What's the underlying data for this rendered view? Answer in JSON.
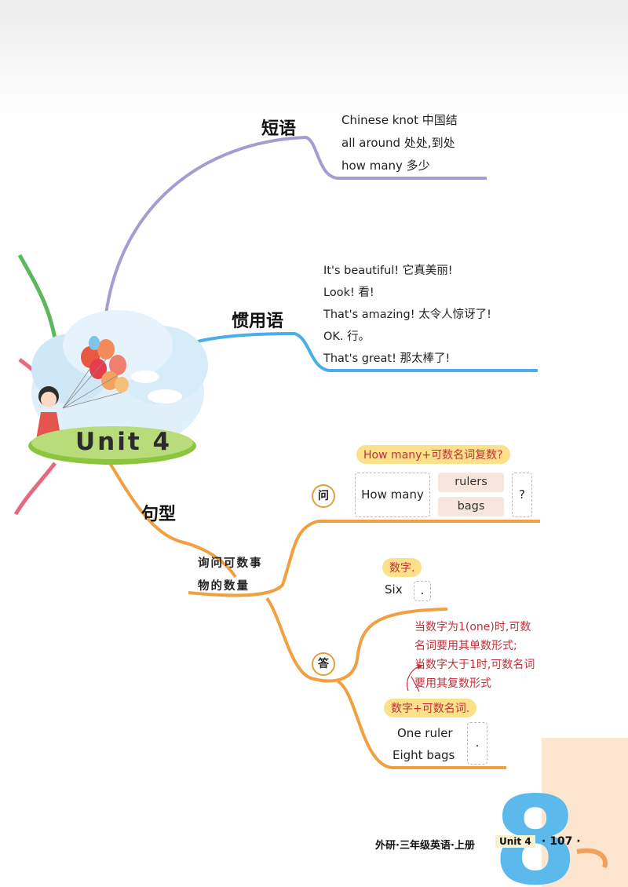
{
  "unit_title": "Unit 4",
  "phrases": {
    "category": "短语",
    "items": [
      "Chinese knot 中国结",
      "all around 处处,到处",
      "how many 多少"
    ]
  },
  "idioms": {
    "category": "惯用语",
    "items": [
      "It's beautiful! 它真美丽!",
      "Look! 看!",
      "That's amazing! 太令人惊讶了!",
      "OK. 行。",
      "That's great! 那太棒了!"
    ]
  },
  "sentence": {
    "category": "句型",
    "sub_node": [
      "询问可数事",
      "物的数量"
    ],
    "ask": {
      "marker": "问",
      "pattern": "How many+可数名词复数?",
      "lead": "How many",
      "nouns": [
        "rulers",
        "bags"
      ],
      "end_mark": "?"
    },
    "answer": {
      "marker": "答",
      "pattern1": "数字.",
      "example1": "Six",
      "end1": ".",
      "notes": [
        "当数字为1(one)时,可数",
        "名词要用其单数形式;",
        "当数字大于1时,可数名词",
        "要用其复数形式"
      ],
      "pattern2": "数字+可数名词.",
      "examples2": [
        "One ruler",
        "Eight bags"
      ],
      "end2": "."
    }
  },
  "footer": {
    "book": "外研·三年级英语·上册",
    "unit": "Unit 4",
    "page": "· 107 ·",
    "corner_numeral": "8"
  },
  "colors": {
    "phrase_branch": "#a79cd0",
    "idiom_branch": "#4aaee8",
    "sentence_branch": "#f0a040",
    "green_branch": "#5cb85c",
    "pink_branch": "#e56a80",
    "pill": "#fbe28a",
    "note_red": "#c0303a"
  }
}
